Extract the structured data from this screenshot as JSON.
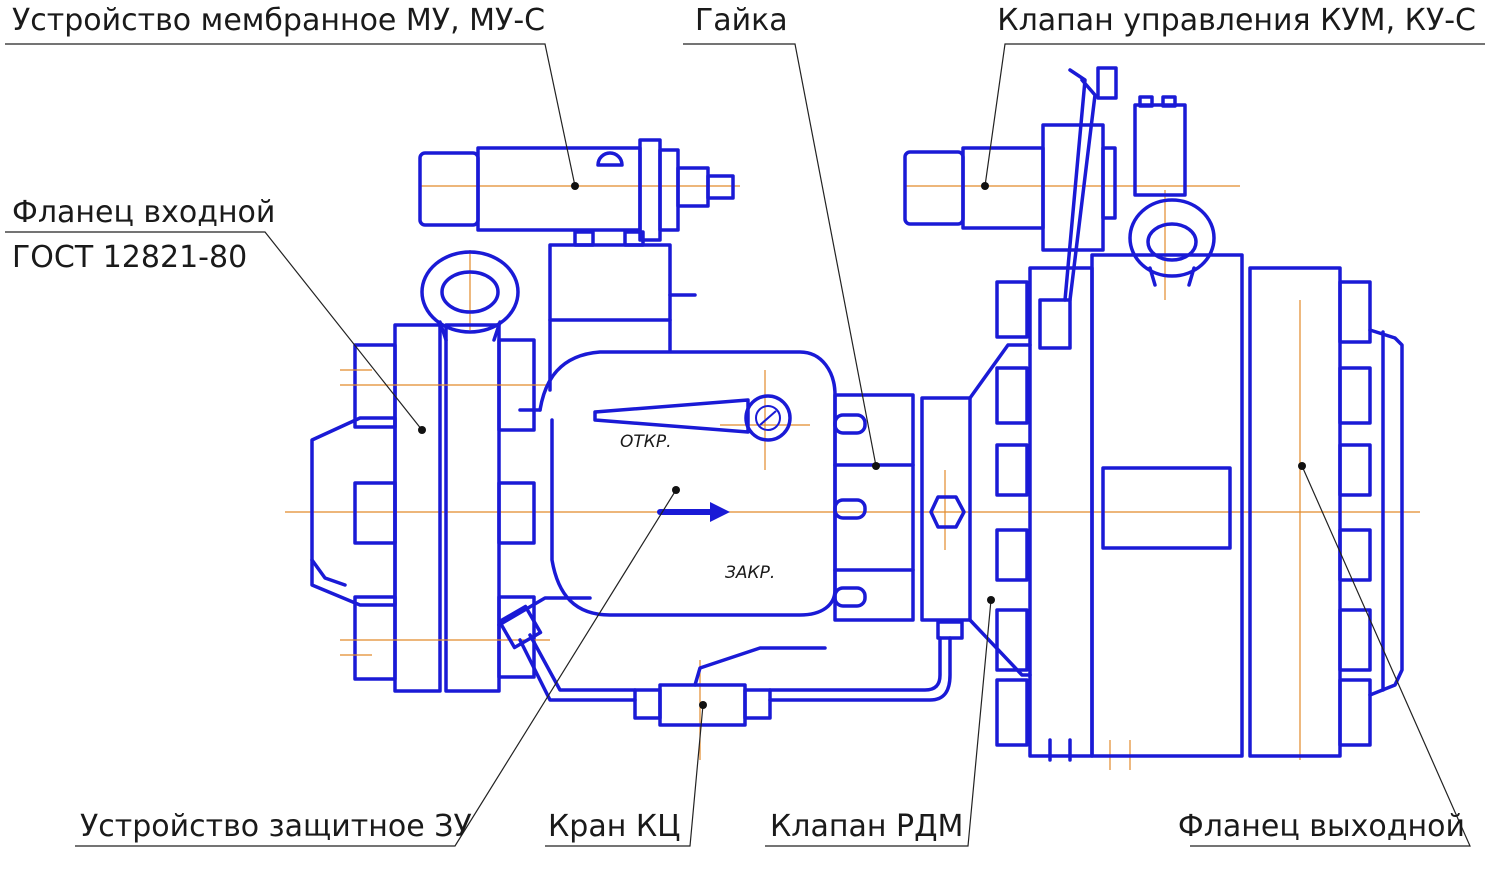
{
  "labels": {
    "mu": "Устройство мембранное МУ, МУ-С",
    "nut": "Гайка",
    "kum": "Клапан управления КУМ, КУ-С",
    "flange_in_1": "Фланец входной",
    "flange_in_2": "ГОСТ 12821-80",
    "zu": "Устройство защитное ЗУ",
    "kc": "Кран КЦ",
    "rdm": "Клапан РДМ",
    "flange_out": "Фланец выходной"
  },
  "markings": {
    "open": "ОТКР.",
    "closed": "ЗАКР."
  },
  "colors": {
    "outline": "#1a1ad6",
    "axis": "#e28a2a",
    "text": "#1a1a1a"
  }
}
